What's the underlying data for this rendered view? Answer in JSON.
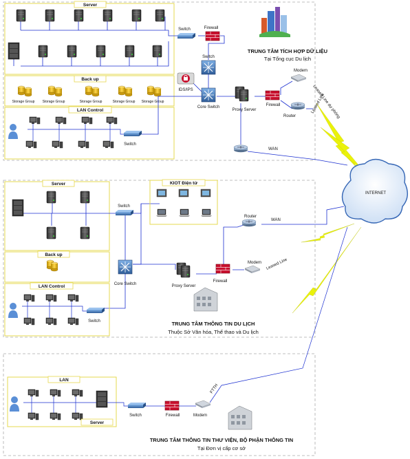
{
  "colors": {
    "link": "#1b2fd0",
    "zone_border": "#aaaaaa",
    "box_border": "#e6d84f",
    "switch": "#3b6fb0",
    "firewall": "#c8102e",
    "router": "#7a8ea8",
    "lightning": "#eaf20a"
  },
  "zone1": {
    "server_label": "Server",
    "backup_label": "Back up",
    "lan_label": "LAN Control",
    "switch_top": "Switch",
    "firewall_top": "Firewall",
    "switch_mid": "Switch",
    "ids_label": "IDS/IPS",
    "core_switch": "Core Switch",
    "proxy": "Proxy Server",
    "firewall2": "Firewall",
    "modem": "Modem",
    "router": "Router",
    "lan_switch": "Switch",
    "wan": "WAN",
    "leased_backup": "Leased Line dự phòng",
    "leased": "Leased Line",
    "title": "TRUNG TÂM TÍCH HỢP DỮ LIỆU",
    "subtitle": "Tại Tổng cục Du lịch",
    "storage_labels": [
      "Storage Group",
      "Storage Group",
      "Storage Group",
      "Storage Group",
      "Storage Group"
    ]
  },
  "internet": "INTERNET",
  "zone2": {
    "server_label": "Server",
    "kiot_label": "KIOT Điện tử",
    "backup_label": "Back up",
    "lan_label": "LAN Control",
    "switch": "Switch",
    "core_switch": "Core Switch",
    "proxy": "Proxy Server",
    "firewall": "Firewall",
    "router": "Router",
    "wan": "WAN",
    "modem": "Modem",
    "leased": "Leased Line",
    "lan_switch": "Switch",
    "title": "TRUNG TÂM THÔNG TIN DU LỊCH",
    "subtitle": "Thuộc Sở Văn hóa, Thể thao và Du lịch"
  },
  "zone3": {
    "lan_label": "LAN",
    "server_label": "Server",
    "switch": "Switch",
    "firewall": "Firewall",
    "modem": "Modem",
    "ftth": "FTTH",
    "title": "TRUNG TÂM THÔNG TIN THƯ VIỆN, BỘ PHẬN THÔNG TIN",
    "subtitle": "Tại Đơn vị cấp cơ sở"
  }
}
